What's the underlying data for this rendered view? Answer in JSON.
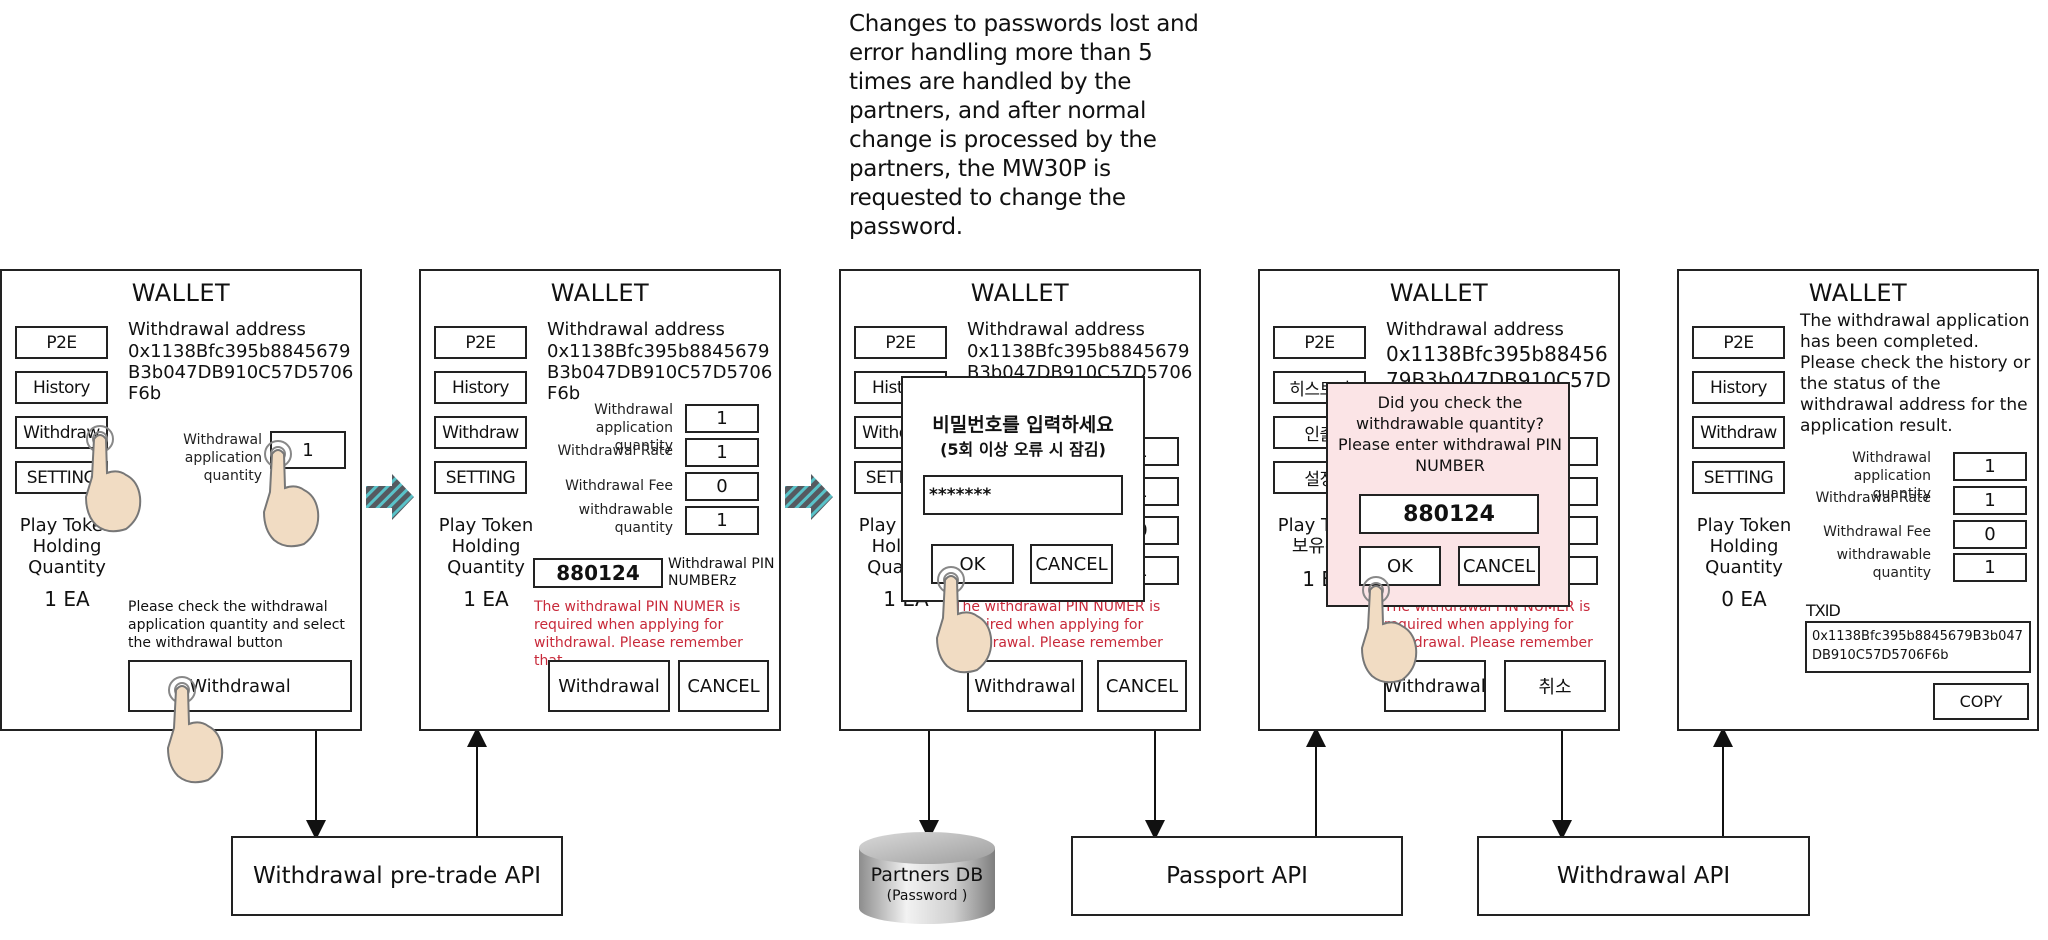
{
  "note": "Changes to passwords lost and error handling more than 5 times are handled by the partners, and after normal change is processed by the partners, the MW30P is requested to change the password.",
  "colors": {
    "accent_red": "#c8293a",
    "modal_pink": "#fbe4e6",
    "flow_arrow_dark": "#555a60",
    "flow_arrow_light": "#59c3c9",
    "hand_skin": "#f1dcc3"
  },
  "panels": [
    {
      "title": "WALLET",
      "side_buttons": [
        "P2E",
        "History",
        "Withdraw",
        "SETTING"
      ],
      "holding_label": "Play Token Holding Quantity",
      "holding_value": "1 EA",
      "address_label": "Withdrawal address",
      "address": "0x1138Bfc395b8845679B3b047DB910C57D5706F6b",
      "quantity_label": "Withdrawal application quantity",
      "quantity_value": "1",
      "instruction": "Please check the withdrawal application quantity and select the withdrawal button",
      "withdrawal_button": "Withdrawal"
    },
    {
      "title": "WALLET",
      "side_buttons": [
        "P2E",
        "History",
        "Withdraw",
        "SETTING"
      ],
      "holding_label": "Play Token Holding Quantity",
      "holding_value": "1 EA",
      "address_label": "Withdrawal address",
      "address": "0x1138Bfc395b8845679B3b047DB910C57D5706F6b",
      "fields": [
        {
          "label": "Withdrawal application quantity",
          "value": "1"
        },
        {
          "label": "Withdrawal Rate",
          "value": "1"
        },
        {
          "label": "Withdrawal Fee",
          "value": "0"
        },
        {
          "label": "withdrawable quantity",
          "value": "1"
        }
      ],
      "pin_value": "880124",
      "pin_label": "Withdrawal PIN NUMBERz",
      "pin_note": "The withdrawal PIN NUMER is required when applying for withdrawal. Please remember that.",
      "withdrawal_button": "Withdrawal",
      "cancel_button": "CANCEL"
    },
    {
      "title": "WALLET",
      "side_buttons": [
        "P2E",
        "History",
        "Withdraw",
        "SETTING"
      ],
      "holding_label": "Play Token Holding Quantity",
      "holding_value": "1 EA",
      "address_label": "Withdrawal address",
      "address": "0x1138Bfc395b8845679B3b047DB910C57D5706F6b",
      "fields": [
        "1",
        "1",
        "0",
        "1"
      ],
      "pin_note": "The withdrawal PIN NUMER is required when applying for withdrawal. Please remember that.",
      "withdrawal_button": "Withdrawal",
      "cancel_button": "CANCEL",
      "modal": {
        "title": "비밀번호를 입력하세요",
        "subtitle": "(5회 이상 오류 시 잠김)",
        "password_value": "*******",
        "ok_button": "OK",
        "cancel_button": "CANCEL"
      }
    },
    {
      "title": "WALLET",
      "side_buttons": [
        "P2E",
        "히스토리",
        "인출",
        "설정"
      ],
      "holding_label": "Play Token 보유수량",
      "holding_value": "1 EA",
      "address_label": "Withdrawal address",
      "address": "0x1138Bfc395b8845679B3b047DB910C57D5706F6b",
      "fields": [
        "1",
        "1",
        "0",
        "1"
      ],
      "pin_note": "The withdrawal PIN NUMER is required when applying for withdrawal. Please remember that.",
      "withdrawal_button": "Withdrawal",
      "cancel_button": "취소",
      "modal": {
        "message": "Did you check the withdrawable quantity? Please enter withdrawal PIN NUMBER",
        "pin_value": "880124",
        "ok_button": "OK",
        "cancel_button": "CANCEL"
      }
    },
    {
      "title": "WALLET",
      "side_buttons": [
        "P2E",
        "History",
        "Withdraw",
        "SETTING"
      ],
      "holding_label": "Play Token Holding Quantity",
      "holding_value": "0 EA",
      "completion_message": "The withdrawal application has been completed. Please check the history or the status of the withdrawal address for the application result.",
      "fields": [
        {
          "label": "Withdrawal application quantity",
          "value": "1"
        },
        {
          "label": "Withdrawal Rate",
          "value": "1"
        },
        {
          "label": "Withdrawal Fee",
          "value": "0"
        },
        {
          "label": "withdrawable quantity",
          "value": "1"
        }
      ],
      "txid_label": "TXID",
      "txid": "0x1138Bfc395b8845679B3b047DB910C57D5706F6b",
      "copy_button": "COPY"
    }
  ],
  "apis": {
    "pretrade": "Withdrawal pre-trade API",
    "partners_db": "Partners DB",
    "partners_db_sub": "(Password )",
    "passport": "Passport API",
    "withdrawal": "Withdrawal API"
  }
}
